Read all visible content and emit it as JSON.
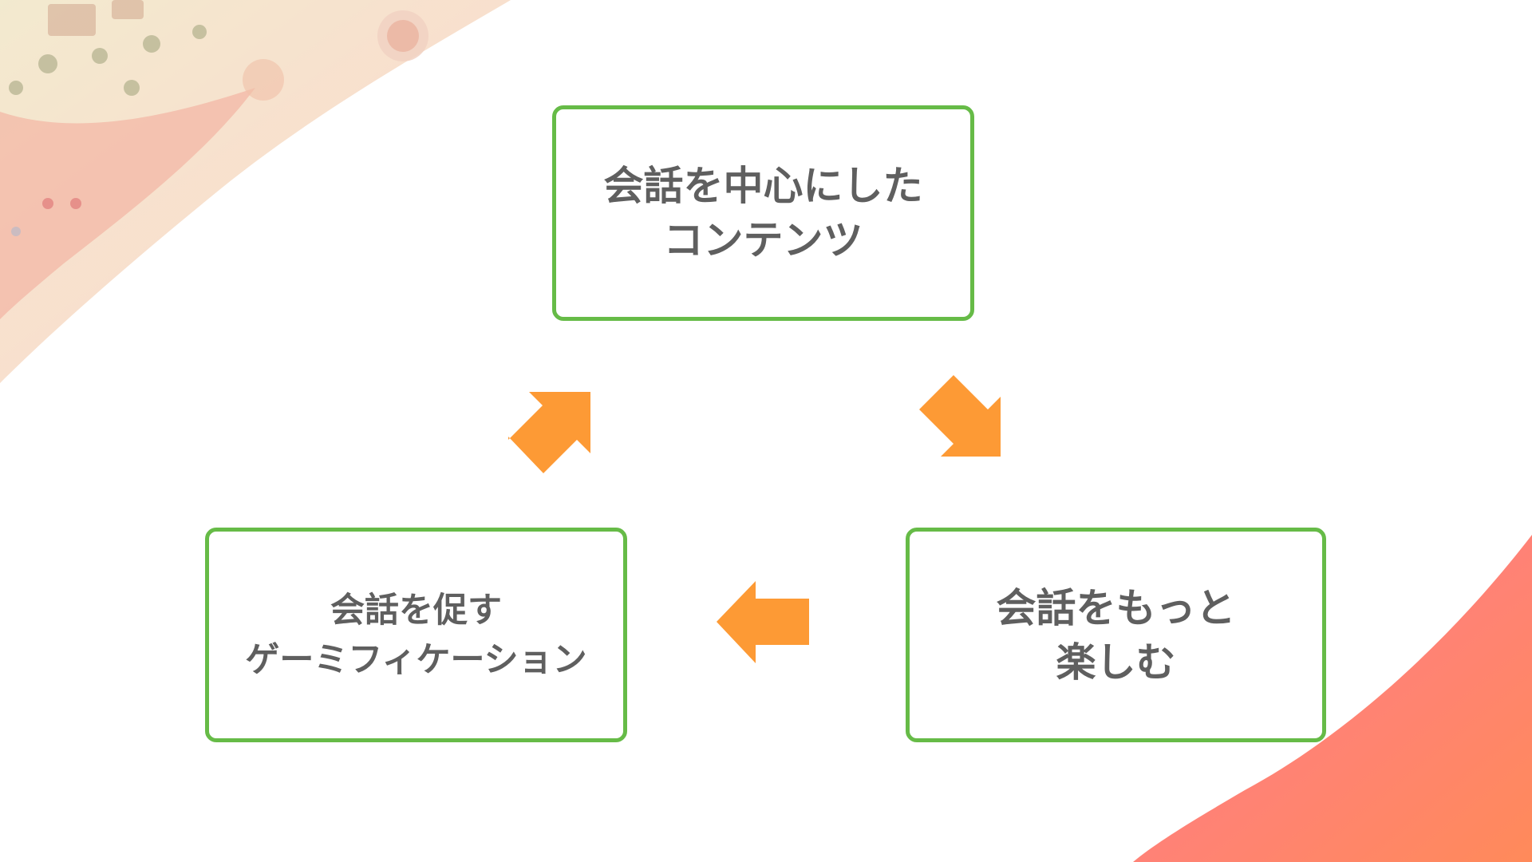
{
  "diagram": {
    "nodes": [
      {
        "id": "top",
        "lines": [
          "会話を中心にした",
          "コンテンツ"
        ]
      },
      {
        "id": "right",
        "lines": [
          "会話をもっと",
          "楽しむ"
        ]
      },
      {
        "id": "left",
        "lines": [
          "会話を促す",
          "ゲーミフィケーション"
        ]
      }
    ],
    "edges": [
      {
        "from": "top",
        "to": "right"
      },
      {
        "from": "right",
        "to": "left"
      },
      {
        "from": "left",
        "to": "top"
      }
    ]
  },
  "colors": {
    "box_border": "#66bb47",
    "box_text": "#5f5f5f",
    "arrow": "#fd9a35",
    "accent_gradient_start": "#ff7f8f",
    "accent_gradient_end": "#ff8a5a"
  }
}
